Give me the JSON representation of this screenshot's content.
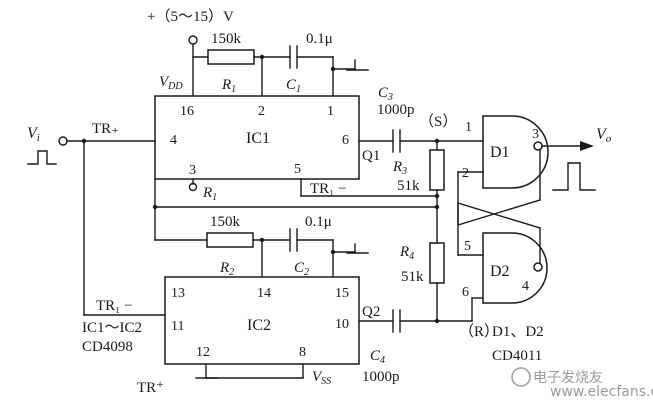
{
  "supply": "+（5～15）V",
  "vdd": "V",
  "vdd_sub": "DD",
  "vss": "V",
  "vss_sub": "SS",
  "vin": "V",
  "vin_sub": "i",
  "vout": "V",
  "vout_sub": "o",
  "tr_plus_top": "TR₊",
  "tr_plus_bottom": "TR⁺",
  "tr1_minus_top": "TR₁ −",
  "tr1_minus_bottom": "TR₁ −",
  "ic1": {
    "label": "IC1",
    "pins": {
      "p16": "16",
      "p2": "2",
      "p1": "1",
      "p4": "4",
      "p6": "6",
      "p3": "3",
      "p5": "5"
    }
  },
  "ic2": {
    "label": "IC2",
    "pins": {
      "p13": "13",
      "p14": "14",
      "p15": "15",
      "p11": "11",
      "p10": "10",
      "p12": "12",
      "p8": "8"
    }
  },
  "q1": "Q1",
  "q2": "Q2",
  "r1": {
    "name": "R",
    "sub": "1",
    "value": "150k"
  },
  "r1_ref": {
    "name": "R",
    "sub": "1"
  },
  "r2": {
    "name": "R",
    "sub": "2",
    "value": "150k"
  },
  "r3": {
    "name": "R",
    "sub": "3",
    "value": "51k"
  },
  "r4": {
    "name": "R",
    "sub": "4",
    "value": "51k"
  },
  "c1": {
    "name": "C",
    "sub": "1",
    "value": "0.1μ"
  },
  "c2": {
    "name": "C",
    "sub": "2",
    "value": "0.1μ"
  },
  "c3": {
    "name": "C",
    "sub": "3",
    "value": "1000p"
  },
  "c4": {
    "name": "C",
    "sub": "4",
    "value": "1000p"
  },
  "s_label": "（S）",
  "r_label": "（R）",
  "d1": {
    "label": "D1",
    "pins": {
      "p1": "1",
      "p2": "2",
      "p3": "3"
    }
  },
  "d2": {
    "label": "D2",
    "pins": {
      "p5": "5",
      "p6": "6",
      "p4": "4"
    }
  },
  "ic_part": "IC1～IC2",
  "ic_part_num": "CD4098",
  "d_part": "D1、D2",
  "d_part_num": "CD4011",
  "watermark": "电子发烧友",
  "watermark_url": "www.elecfans.com"
}
